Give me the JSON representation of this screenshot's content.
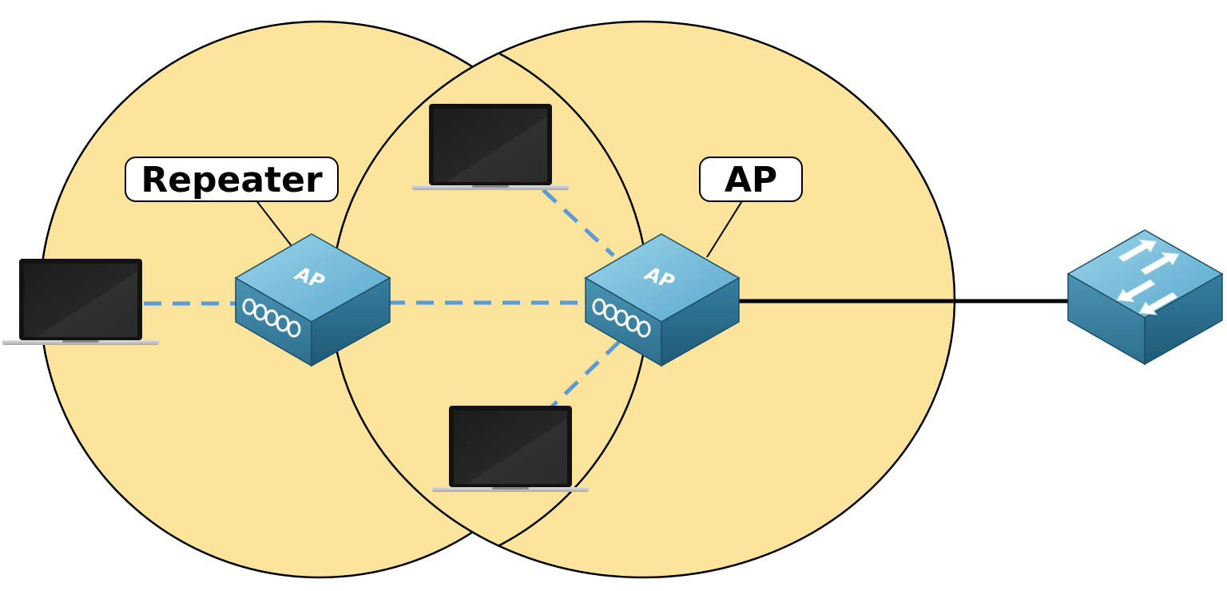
{
  "callouts": {
    "repeater": "Repeater",
    "ap": "AP"
  },
  "devices": {
    "repeater_ap": {
      "label": "AP",
      "icon": "access-point-icon"
    },
    "main_ap": {
      "label": "AP",
      "icon": "access-point-icon"
    },
    "switch": {
      "icon": "switch-icon"
    },
    "laptops": [
      {
        "icon": "laptop-icon"
      },
      {
        "icon": "laptop-icon"
      },
      {
        "icon": "laptop-icon"
      },
      {
        "icon": "laptop-icon"
      }
    ]
  },
  "colors": {
    "coverage_fill": "#fde49c",
    "wireless_link": "#5b9bd5",
    "wired_link": "#000000",
    "device_top": "#7fc3e0",
    "device_side": "#2a6e8e"
  }
}
